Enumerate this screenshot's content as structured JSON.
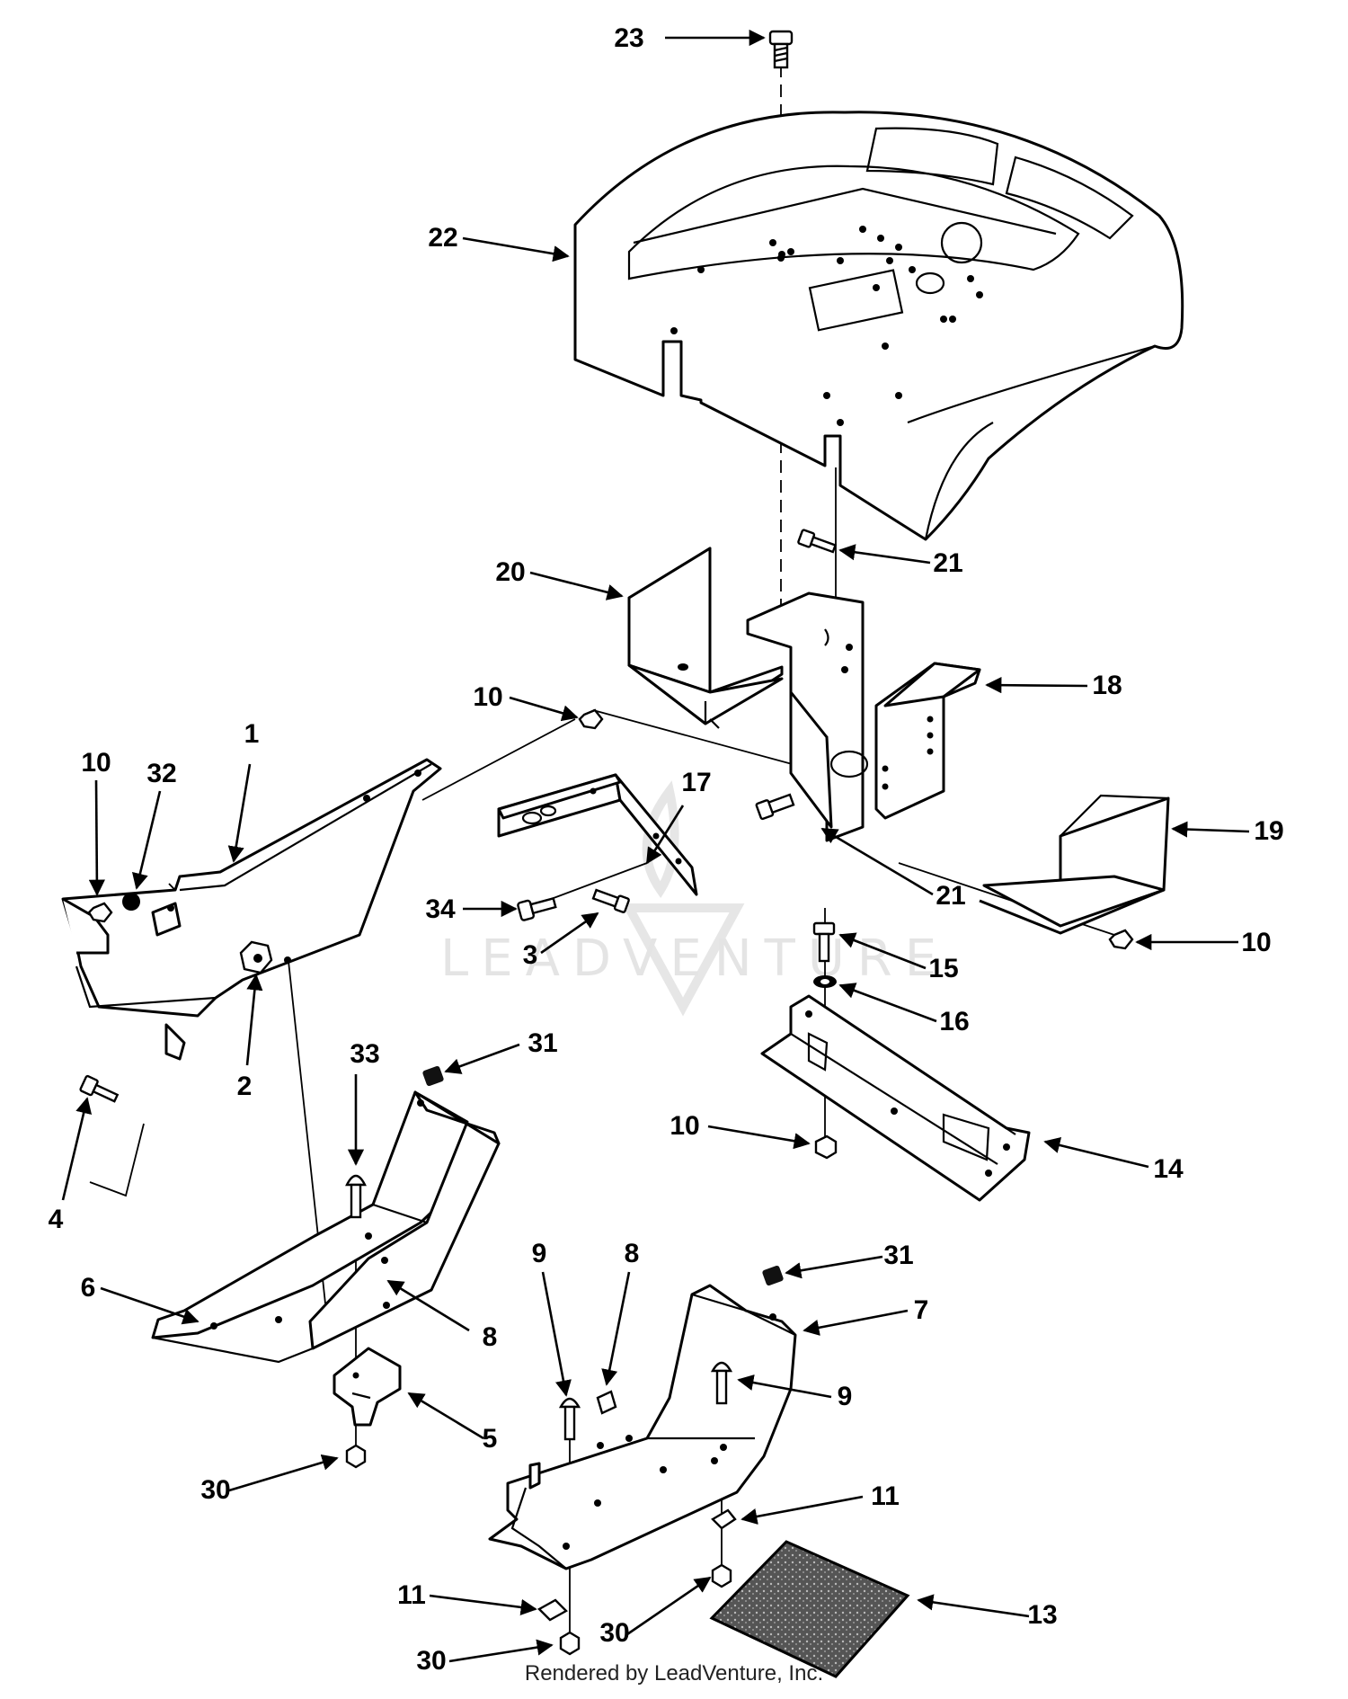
{
  "footer": {
    "credit": "Rendered by LeadVenture, Inc."
  },
  "watermark": {
    "text": "LEADVENTURE"
  },
  "callouts": [
    {
      "key": "c23",
      "label": "23"
    },
    {
      "key": "c22",
      "label": "22"
    },
    {
      "key": "c21a",
      "label": "21"
    },
    {
      "key": "c20",
      "label": "20"
    },
    {
      "key": "c18",
      "label": "18"
    },
    {
      "key": "c10a",
      "label": "10"
    },
    {
      "key": "c17",
      "label": "17"
    },
    {
      "key": "c21b",
      "label": "21"
    },
    {
      "key": "c19",
      "label": "19"
    },
    {
      "key": "c1",
      "label": "1"
    },
    {
      "key": "c10b",
      "label": "10"
    },
    {
      "key": "c32",
      "label": "32"
    },
    {
      "key": "c34",
      "label": "34"
    },
    {
      "key": "c3",
      "label": "3"
    },
    {
      "key": "c10c",
      "label": "10"
    },
    {
      "key": "c15",
      "label": "15"
    },
    {
      "key": "c16",
      "label": "16"
    },
    {
      "key": "c2",
      "label": "2"
    },
    {
      "key": "c4",
      "label": "4"
    },
    {
      "key": "c33",
      "label": "33"
    },
    {
      "key": "c31a",
      "label": "31"
    },
    {
      "key": "c10d",
      "label": "10"
    },
    {
      "key": "c14",
      "label": "14"
    },
    {
      "key": "c6",
      "label": "6"
    },
    {
      "key": "c8a",
      "label": "8"
    },
    {
      "key": "c9a",
      "label": "9"
    },
    {
      "key": "c8b",
      "label": "8"
    },
    {
      "key": "c31b",
      "label": "31"
    },
    {
      "key": "c7",
      "label": "7"
    },
    {
      "key": "c9b",
      "label": "9"
    },
    {
      "key": "c5",
      "label": "5"
    },
    {
      "key": "c30a",
      "label": "30"
    },
    {
      "key": "c11a",
      "label": "11"
    },
    {
      "key": "c11b",
      "label": "11"
    },
    {
      "key": "c30b",
      "label": "30"
    },
    {
      "key": "c13",
      "label": "13"
    },
    {
      "key": "c30c",
      "label": "30"
    }
  ]
}
